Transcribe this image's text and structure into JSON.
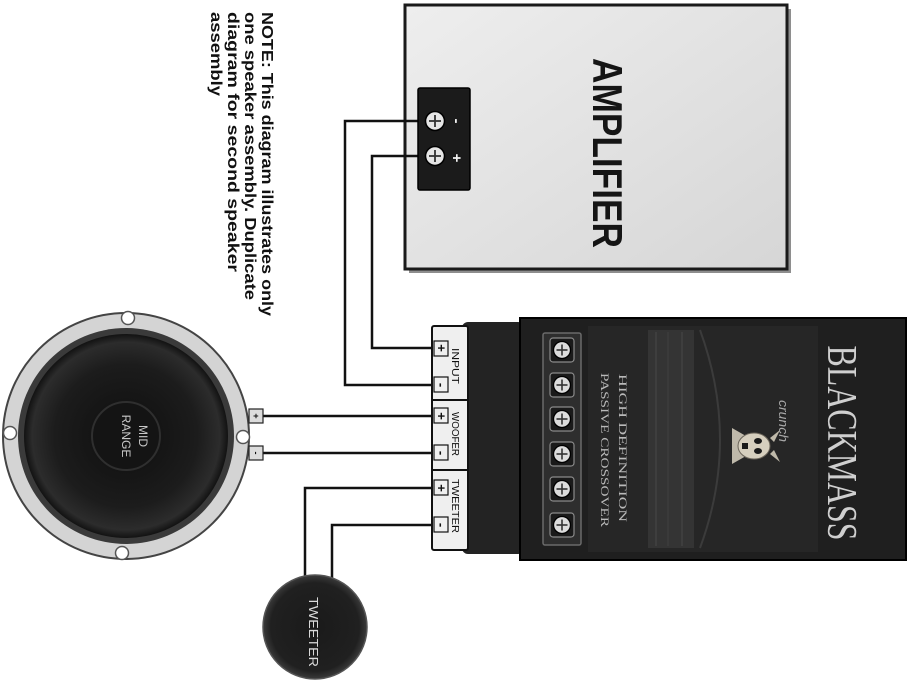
{
  "note": {
    "lines": [
      "NOTE: This diagram illustrates only",
      "one speaker assembly. Duplicate",
      "diagram for second speaker",
      "assembly"
    ]
  },
  "amplifier": {
    "label": "AMPLIFIER",
    "terminals": [
      {
        "sign": "-"
      },
      {
        "sign": "+"
      }
    ]
  },
  "crossover": {
    "maker": "crunch",
    "brand": "BLACKMASS",
    "subtitle_lines": [
      "HIGH DEFINITION",
      "PASSIVE CROSSOVER"
    ],
    "terminal_groups": [
      {
        "label": "INPUT",
        "plus": "+",
        "minus": "-"
      },
      {
        "label": "WOOFER",
        "plus": "+",
        "minus": "-"
      },
      {
        "label": "TWEETER",
        "plus": "+",
        "minus": "-"
      }
    ]
  },
  "midrange": {
    "label_lines": [
      "MID",
      "RANGE"
    ],
    "terminals": {
      "plus": "+",
      "minus": "-"
    }
  },
  "tweeter": {
    "label": "TWEETER"
  },
  "colors": {
    "wire": "#111111",
    "amplifier_body": "#e2e2e2",
    "crossover_body": "#1f1f1f",
    "speaker_cone": "#161616"
  }
}
